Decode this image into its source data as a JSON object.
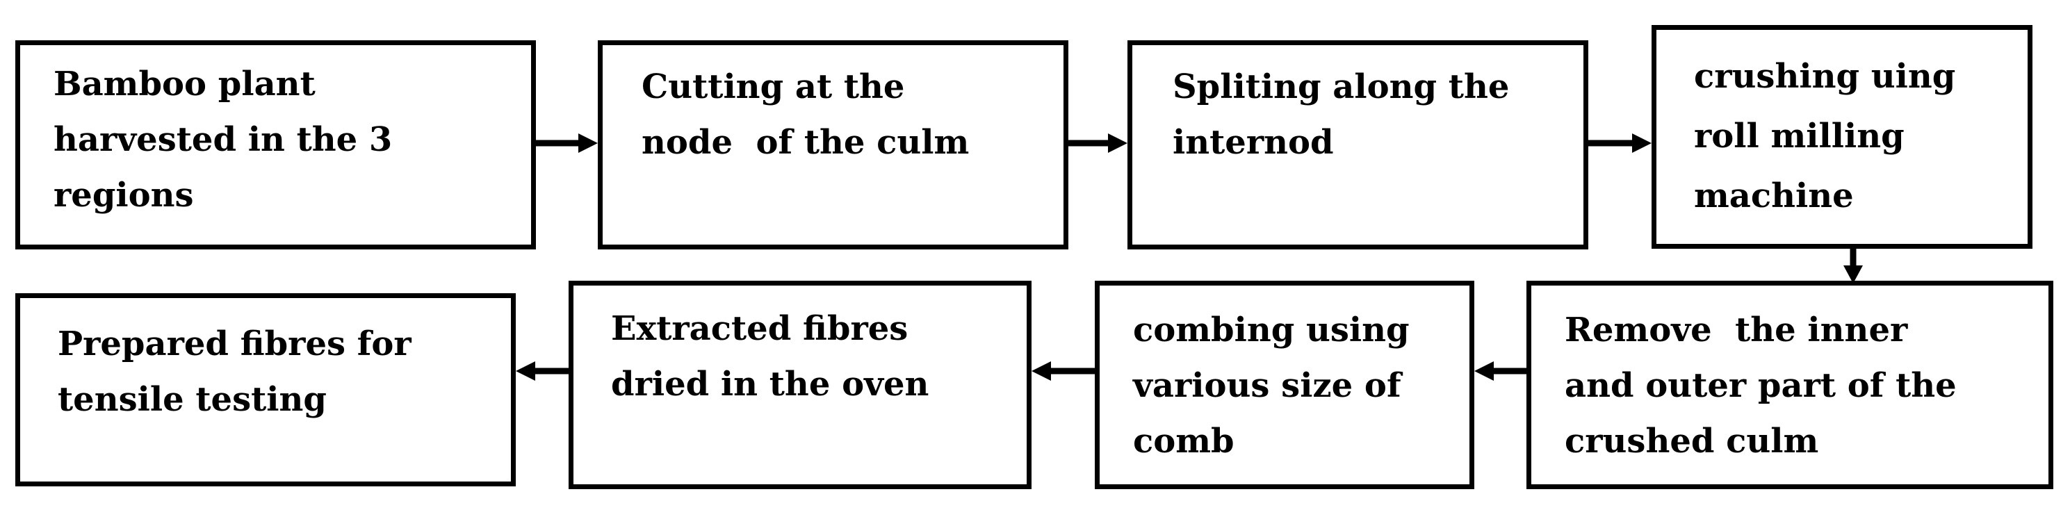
{
  "steps": [
    {
      "id": "b1",
      "text": "Bamboo plant\nharvested in the 3\nregions"
    },
    {
      "id": "b2",
      "text": "Cutting at the\nnode  of the culm"
    },
    {
      "id": "b3",
      "text": "Spliting along the\ninternod"
    },
    {
      "id": "b4",
      "text": "crushing uing\nroll milling\nmachine"
    },
    {
      "id": "b5",
      "text": "Remove  the inner\nand outer part of the\ncrushed culm"
    },
    {
      "id": "b6",
      "text": "combing using\nvarious size of\ncomb"
    },
    {
      "id": "b7",
      "text": "Extracted fibres\ndried in the oven"
    },
    {
      "id": "b8",
      "text": "Prepared fibres for\ntensile testing"
    }
  ],
  "connections": [
    {
      "from": "b1",
      "to": "b2"
    },
    {
      "from": "b2",
      "to": "b3"
    },
    {
      "from": "b3",
      "to": "b4"
    },
    {
      "from": "b4",
      "to": "b5"
    },
    {
      "from": "b5",
      "to": "b6"
    },
    {
      "from": "b6",
      "to": "b7"
    },
    {
      "from": "b7",
      "to": "b8"
    }
  ]
}
